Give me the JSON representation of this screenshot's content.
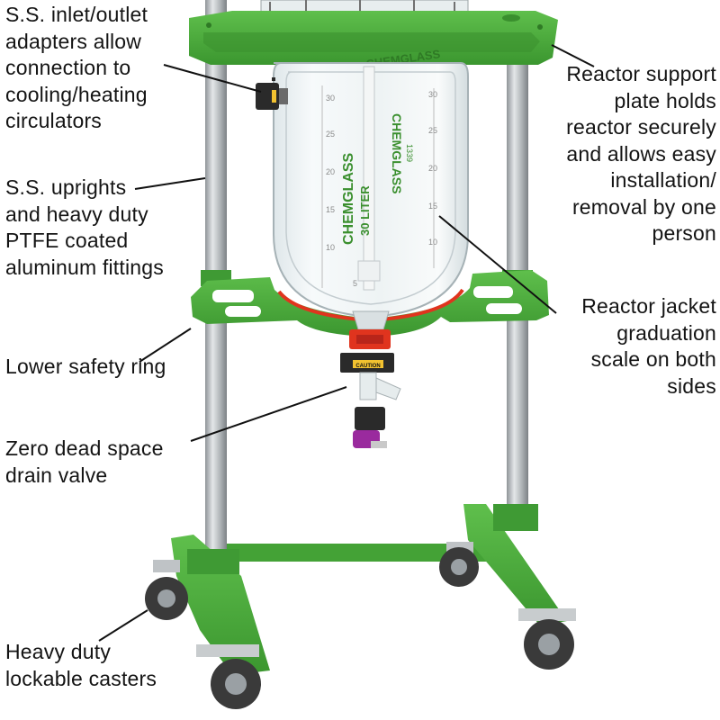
{
  "callouts": {
    "inlet_outlet": "S.S. inlet/outlet\nadapters allow\nconnection to\ncooling/heating\ncirculators",
    "uprights": "S.S. uprights\nand heavy duty\nPTFE coated\naluminum fittings",
    "lower_ring": "Lower safety ring",
    "drain_valve": "Zero dead space\ndrain valve",
    "casters": "Heavy duty\nlockable casters",
    "support_plate": "Reactor support\nplate holds\nreactor securely\nand allows easy\ninstallation/\nremoval by one\nperson",
    "graduation": "Reactor jacket\ngraduation\nscale on both\nsides"
  },
  "vessel": {
    "brand_left": "CHEMGLASS",
    "capacity_left": "30 LITER",
    "brand_right": "CHEMGLASS",
    "model_right": "1339",
    "plate_brand": "CHEMGLASS",
    "caution": "CAUTION",
    "scale_left": [
      "30",
      "25",
      "20",
      "15",
      "10",
      "5"
    ],
    "scale_right": [
      "30",
      "25",
      "20",
      "15",
      "10"
    ]
  },
  "colors": {
    "frame_green": "#46a83a",
    "steel": "#b9bdc0",
    "gasket_red": "#e0341e",
    "valve_purple": "#9a2a9e",
    "text": "#141414"
  }
}
